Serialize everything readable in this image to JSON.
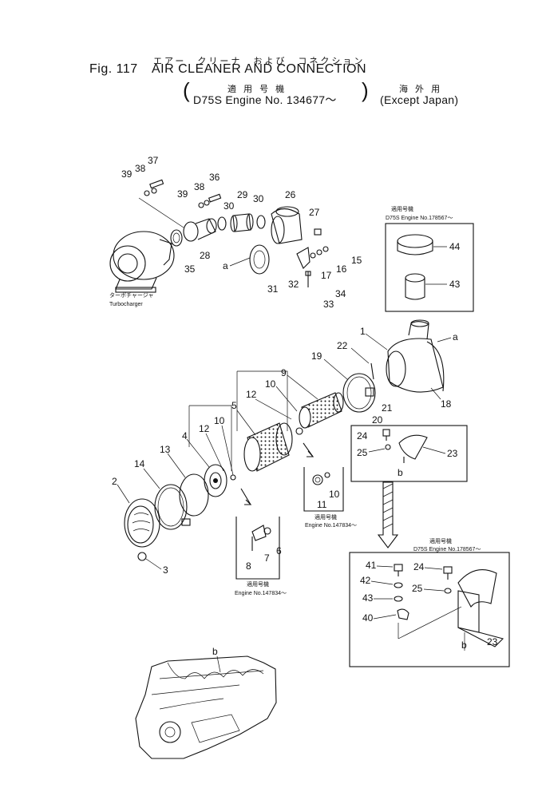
{
  "header": {
    "japanese_title": "エアー　クリーナ　および　コネクション",
    "fig_label": "Fig. 117",
    "title": "AIR CLEANER AND CONNECTION",
    "applicable_jp": "適 用 号 機",
    "engine_range": "D75S Engine No. 134677～",
    "overseas_jp": "海 外 用",
    "except": "(Except Japan)"
  },
  "turbo_label_jp": "ターボチャージャ",
  "turbo_label": "Turbocharger",
  "insets": {
    "top_right": {
      "note_jp": "適用号機",
      "note": "D75S Engine No.178567～",
      "parts": [
        "44",
        "43"
      ]
    },
    "mid_right": {
      "parts": [
        "24",
        "25",
        "23"
      ],
      "ref": "b"
    },
    "bottom_right": {
      "note_jp": "適用号機",
      "note": "D75S Engine No.178567～",
      "parts": [
        "41",
        "42",
        "43",
        "40",
        "24",
        "25",
        "23"
      ],
      "ref": "b"
    },
    "mid_small": {
      "note_jp": "適用号機",
      "note": "Engine No.147834～",
      "parts": [
        "11",
        "10"
      ]
    },
    "bottom_small": {
      "note_jp": "適用号機",
      "note": "Engine No.147834～",
      "parts": [
        "8",
        "7",
        "6"
      ]
    }
  },
  "callouts": [
    "1",
    "2",
    "3",
    "4",
    "5",
    "6",
    "7",
    "8",
    "9",
    "10",
    "11",
    "12",
    "13",
    "14",
    "15",
    "16",
    "17",
    "18",
    "19",
    "20",
    "21",
    "22",
    "23",
    "24",
    "25",
    "26",
    "27",
    "28",
    "29",
    "30",
    "31",
    "32",
    "33",
    "34",
    "35",
    "36",
    "37",
    "38",
    "39",
    "40",
    "41",
    "42",
    "43",
    "44"
  ],
  "refs": {
    "a": "a",
    "b": "b"
  }
}
